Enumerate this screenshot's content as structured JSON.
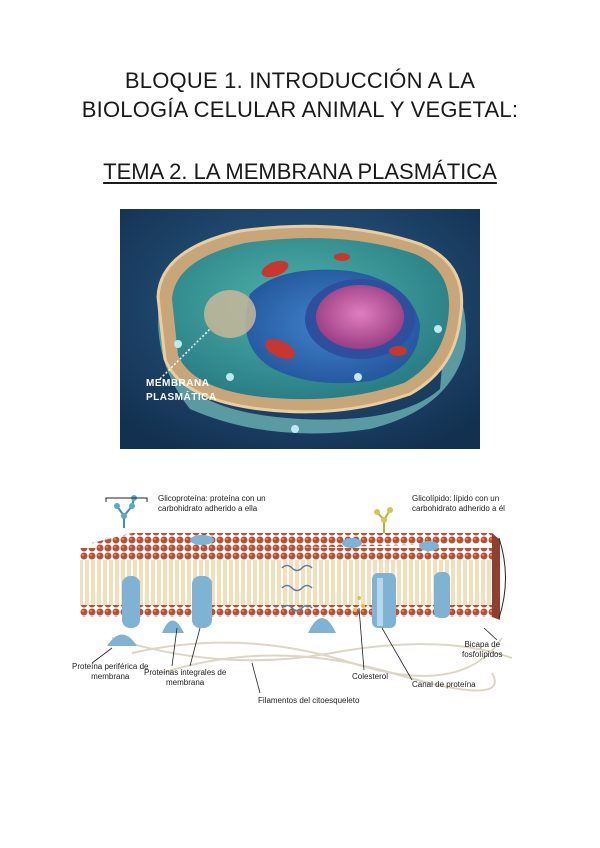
{
  "document": {
    "title_line1": "BLOQUE 1. INTRODUCCIÓN A LA",
    "title_line2": "BIOLOGÍA CELULAR ANIMAL Y VEGETAL:",
    "subtitle": "TEMA 2. LA MEMBRANA PLASMÁTICA"
  },
  "cell_image": {
    "label_line1": "MEMBRANA",
    "label_line2": "PLASMÁTICA"
  },
  "diagram": {
    "labels": {
      "glycoprotein_line1": "Glicoproteína: proteína con un",
      "glycoprotein_line2": "carbohidrato adherido a ella",
      "glycolipid_line1": "Glicolípido: lípido con un",
      "glycolipid_line2": "carbohidrato adherido a él",
      "peripheral_line1": "Proteína periférica de",
      "peripheral_line2": "membrana",
      "integral_line1": "Proteínas integrales de",
      "integral_line2": "membrana",
      "cholesterol": "Colesterol",
      "channel": "Canal de proteína",
      "cytoskeleton": "Filamentos del citoesqueleto",
      "bilayer_line1": "Bicapa de",
      "bilayer_line2": "fosfolípidos"
    }
  },
  "colors": {
    "phospholipid_head": "#b4533a",
    "protein": "#7fb2d3",
    "cell_cytoplasm": "#2f8c8f",
    "nucleus": "#c25fa0"
  }
}
